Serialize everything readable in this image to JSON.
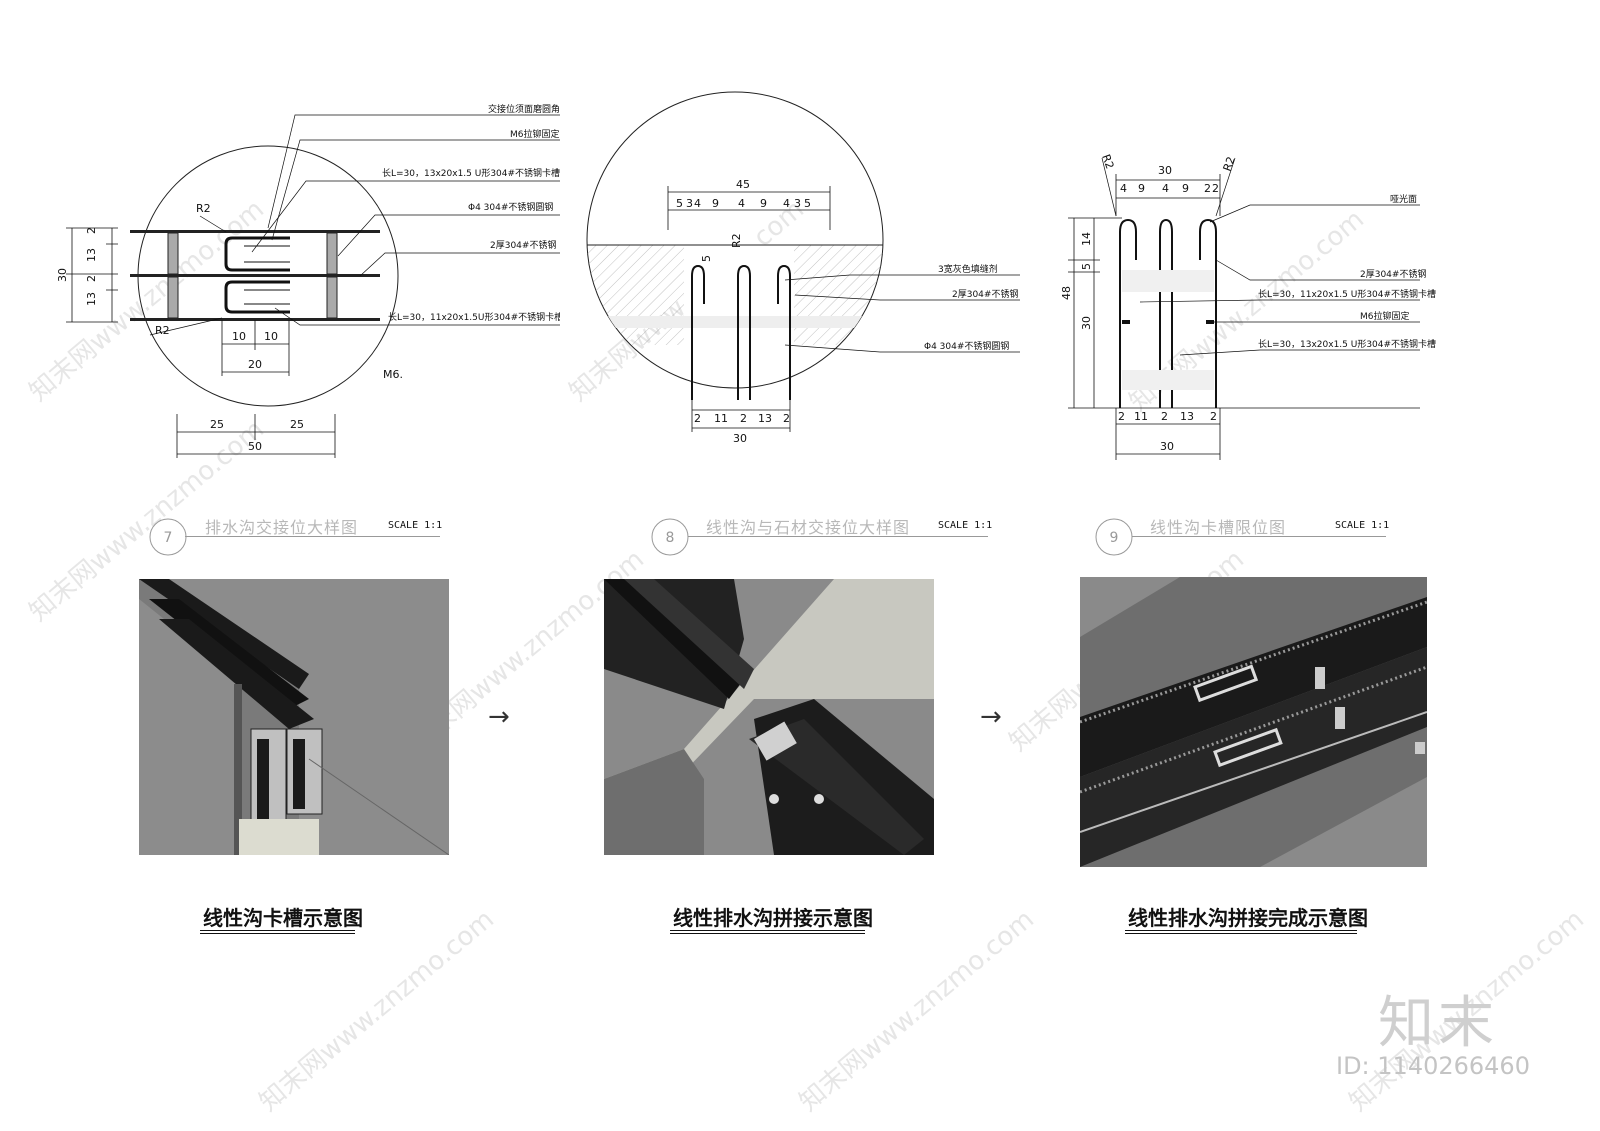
{
  "details": [
    {
      "number": "7",
      "title": "排水沟交接位大样图",
      "scale": "SCALE 1:1",
      "callouts": [
        "交接位须面磨圆角",
        "M6拉铆固定",
        "长L=30，13x20x1.5 U形304#不锈钢卡槽",
        "Φ4  304#不锈钢圆钢",
        "2厚304#不锈钢",
        "长L=30，11x20x1.5U形304#不锈钢卡槽"
      ],
      "dims": {
        "d2a": "2",
        "d13a": "13",
        "d2b": "2",
        "d13b": "13",
        "d30": "30",
        "d10a": "10",
        "d10b": "10",
        "d20": "20",
        "d25a": "25",
        "d25b": "25",
        "d50": "50",
        "r2a": "R2",
        "r2b": "R2",
        "m6": "M6."
      }
    },
    {
      "number": "8",
      "title": "线性沟与石材交接位大样图",
      "scale": "SCALE 1:1",
      "callouts": [
        "3宽灰色填缝剂",
        "2厚304#不锈钢",
        "Φ4  304#不锈钢圆钢"
      ],
      "dims": {
        "top": [
          "5",
          "3",
          "4",
          "9",
          "4",
          "9",
          "4",
          "3",
          "5"
        ],
        "d45": "45",
        "d5": "5",
        "r2": "R2",
        "bottom": [
          "2",
          "11",
          "2",
          "13",
          "2"
        ],
        "d30": "30"
      }
    },
    {
      "number": "9",
      "title": "线性沟卡槽限位图",
      "scale": "SCALE 1:1",
      "callouts": [
        "哑光面",
        "2厚304#不锈钢",
        "长L=30，11x20x1.5 U形304#不锈钢卡槽",
        "M6拉铆固定",
        "长L=30，13x20x1.5 U形304#不锈钢卡槽"
      ],
      "dims": {
        "top": [
          "4",
          "9",
          "4",
          "9",
          "2",
          "2"
        ],
        "d30top": "30",
        "r2a": "R2",
        "r2b": "R2",
        "left": [
          "14",
          "5",
          "30"
        ],
        "d48": "48",
        "bottom": [
          "2",
          "11",
          "2",
          "13",
          "2"
        ],
        "d30": "30"
      }
    }
  ],
  "captions": [
    "线性沟卡槽示意图",
    "线性排水沟拼接示意图",
    "线性排水沟拼接完成示意图"
  ],
  "arrows": [
    "→",
    "→"
  ],
  "brand": {
    "logo": "知末",
    "id": "ID: 1140266460"
  },
  "watermark": "知末网www.znzmo.com"
}
